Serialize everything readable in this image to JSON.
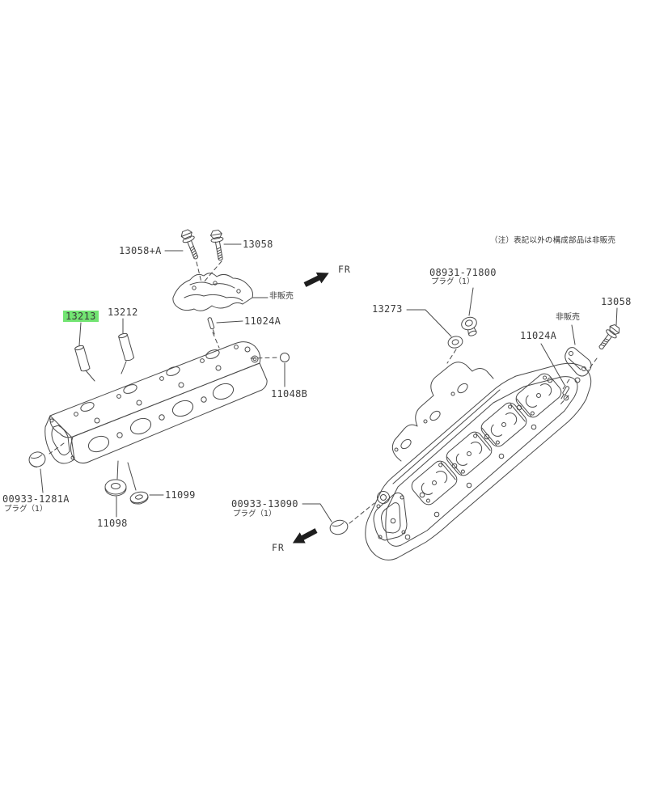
{
  "note": "（注）表記以外の構成部品は非販売",
  "orientation": {
    "front_top": "FR",
    "front_bottom": "FR"
  },
  "colors": {
    "line": "#4a4a4a",
    "highlight": "#72e472",
    "text": "#3b3b3b"
  },
  "highlighted_part": "13213",
  "left_diagram": {
    "name": "cylinder-head-front-bank",
    "labels": {
      "bolt_plus_a": "13058+A",
      "bolt": "13058",
      "not_sold": "非販売",
      "valve_guide_selected": "13213",
      "valve_guide": "13212",
      "stud": "11024A",
      "dowel": "11048B",
      "plug": "00933-1281A",
      "plug_sub": "プラグ（1）",
      "washer_small": "11099",
      "washer_large": "11098"
    }
  },
  "right_diagram": {
    "name": "cylinder-head-rear-bank",
    "labels": {
      "plug_top": "08931-71800",
      "plug_top_sub": "プラグ（1）",
      "washer": "13273",
      "stud": "11024A",
      "not_sold": "非販売",
      "bolt": "13058",
      "plug_bottom": "00933-13090",
      "plug_bottom_sub": "プラグ（1）"
    }
  }
}
